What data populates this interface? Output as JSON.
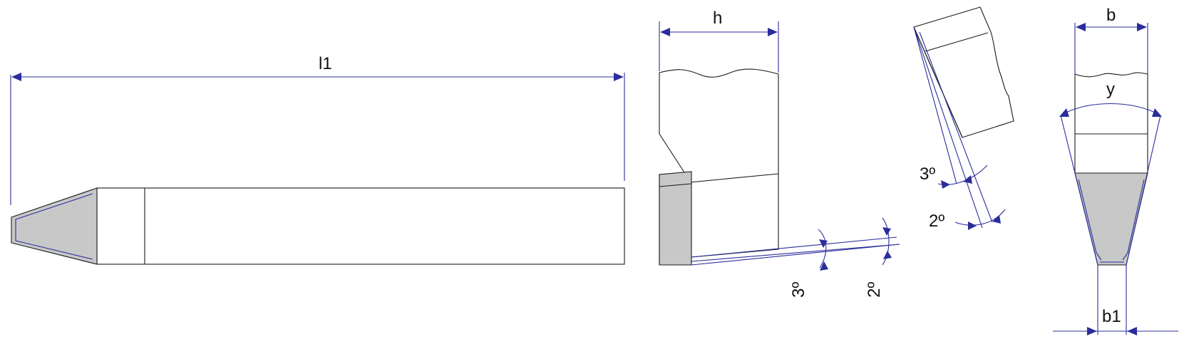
{
  "colors": {
    "dimension": "#2b2d9c",
    "outline": "#1a1a1a",
    "carbide_insert": "#c8c8c8",
    "background": "#ffffff"
  },
  "labels": {
    "length": "l1",
    "height": "h",
    "width": "b",
    "tip_width": "b1",
    "included_angle": "y",
    "side_clearance_1": "3º",
    "side_clearance_2": "2º",
    "top_clearance_1": "3º",
    "top_clearance_2": "2º"
  }
}
